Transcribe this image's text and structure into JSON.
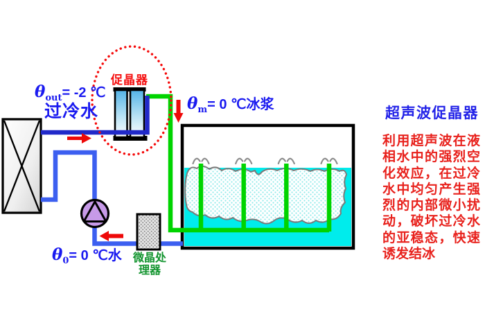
{
  "diagram": {
    "out_label": {
      "symbol": "θ",
      "subscript": "out",
      "value": "= -2 ℃",
      "line2": "过冷水"
    },
    "slurry_label": {
      "symbol": "θ",
      "subscript": "m",
      "value": "= 0 ℃冰浆"
    },
    "water_label": {
      "symbol": "θ",
      "subscript": "0",
      "value": "= 0 ℃水"
    },
    "promoter_label": "促晶器",
    "processor_label": {
      "line1": "微晶处",
      "line2": "理器"
    }
  },
  "panel": {
    "title": "超声波促晶器",
    "body": "利用超声波在液相水中的强烈空化效应，在过冷水中均匀产生强烈的内部微小扰动，破坏过冷水的亚稳态，快速诱发结冰"
  },
  "colors": {
    "supply_pipe_blue": "#2129c9",
    "return_pipe_blue": "#3c5ff0",
    "pipe_green": "#00d400",
    "water_cyan": "#00ecec",
    "pump_purple": "#c79ae8",
    "arrow_red": "#ee0808",
    "dotted_ellipse_red": "#f50a0a",
    "formula_blue": "#1a1af0",
    "promoter_red": "#f50f0f",
    "processor_green": "#12942e",
    "panel_title_blue": "#2222e8",
    "panel_body_red": "#e8211c"
  }
}
